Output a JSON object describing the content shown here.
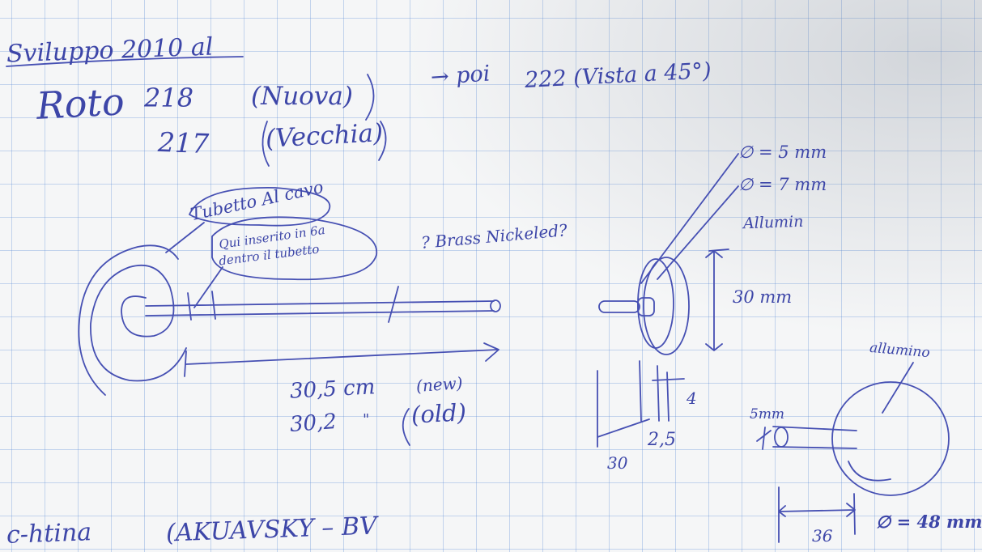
{
  "notes": {
    "title": "Sviluppo 2010 al",
    "rotor_label": "Roto",
    "new_code": "218",
    "new_note": "(Nuova)",
    "arrow_note": "→ poi",
    "later_code": "222 (Vista a 45°)",
    "old_code": "217",
    "old_note": "(Vecchia)",
    "tube_note": "Tubetto Al cavo",
    "insert_note_line1": "Qui inserito in 6a",
    "insert_note_line2": "dentro il tubetto",
    "material_question": "? Brass Nickeled?",
    "dia_5": "∅ = 5 mm",
    "dia_7": "∅ = 7 mm",
    "aluminium_1": "Allumin",
    "height_30": "30 mm",
    "aluminium_2": "allumino",
    "length_new": "30,5 cm",
    "length_new_tag": "(new)",
    "length_old": "30,2",
    "length_old_ditto": "\"",
    "length_old_tag": "(old)",
    "dim_4": "4",
    "dim_2_5": "2,5",
    "dim_30": "30",
    "dim_5mm": "5mm",
    "dia_48": "∅ = 48 mm",
    "dim_36": "36",
    "bottom_word": "c-htina",
    "bottom_brand": "(AKUAVSKY – BV"
  },
  "colors": {
    "ink": "#3d46a8",
    "grid": "#5c8cd6",
    "paper": "#f5f6f7"
  }
}
